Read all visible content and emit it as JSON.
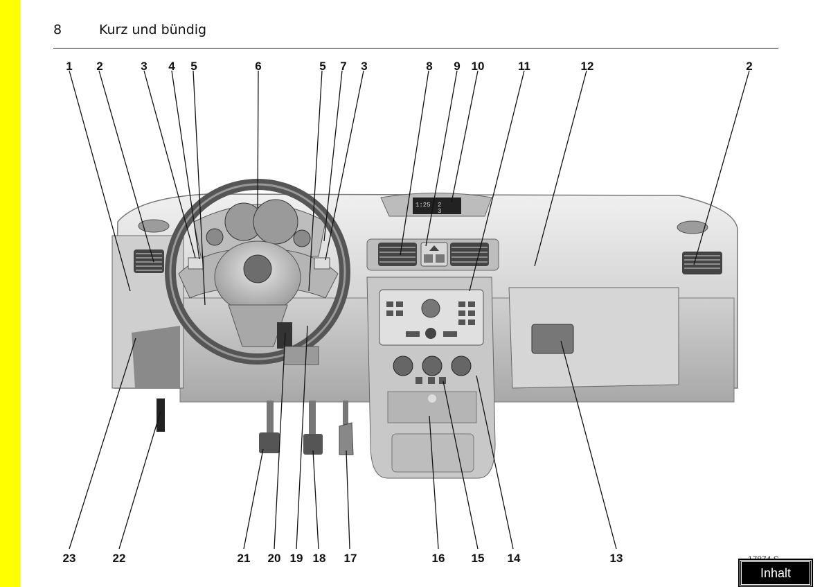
{
  "page": {
    "number": "8",
    "title": "Kurz und bündig"
  },
  "figure": {
    "id": "17874 S",
    "display_time": "1:25",
    "display_freq": "2",
    "display_sub": "3",
    "callouts_top": [
      "1",
      "2",
      "3",
      "4",
      "5",
      "6",
      "5",
      "7",
      "3",
      "8",
      "9",
      "10",
      "11",
      "12",
      "2"
    ],
    "callouts_bottom": [
      "23",
      "22",
      "21",
      "20",
      "19",
      "18",
      "17",
      "16",
      "15",
      "14",
      "13"
    ]
  },
  "nav": {
    "inhalt_label": "Inhalt"
  }
}
